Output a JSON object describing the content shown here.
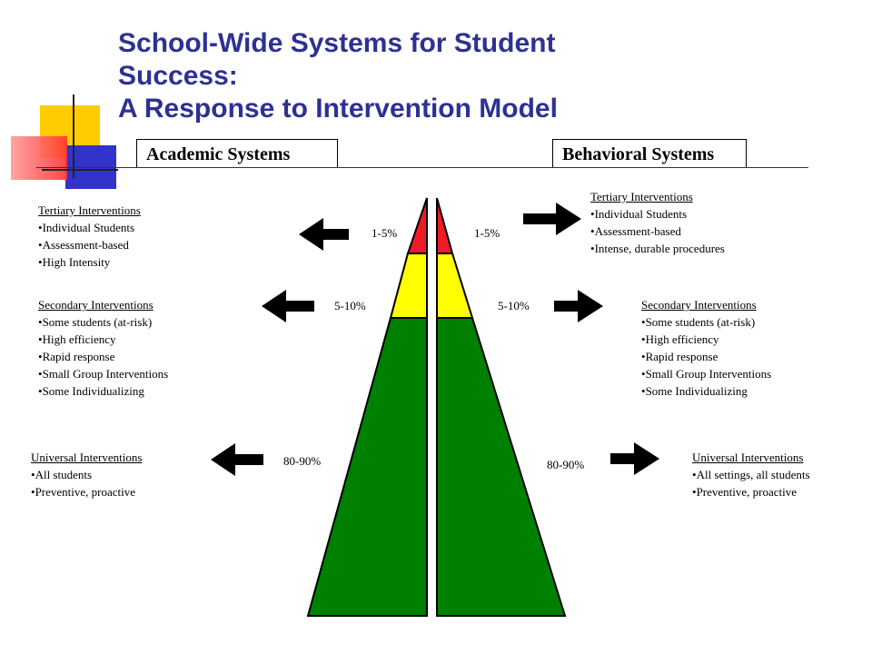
{
  "title": {
    "line1": "School-Wide Systems for Student",
    "line2": "Success:",
    "line3": "A Response to Intervention Model"
  },
  "columns": {
    "academic": "Academic Systems",
    "behavioral": "Behavioral Systems"
  },
  "colors": {
    "title": "#2e3192",
    "tertiary": "#ee1c25",
    "secondary": "#ffff00",
    "universal": "#008000"
  },
  "academic": {
    "tertiary": {
      "heading": "Tertiary Interventions",
      "items": [
        "Individual Students",
        "Assessment-based",
        "High Intensity"
      ],
      "percent": "1-5%"
    },
    "secondary": {
      "heading": "Secondary Interventions",
      "items": [
        "Some students (at-risk)",
        "High efficiency",
        "Rapid response",
        "Small Group Interventions",
        "Some Individualizing"
      ],
      "percent": "5-10%"
    },
    "universal": {
      "heading": "Universal Interventions",
      "items": [
        "All students",
        "Preventive,  proactive"
      ],
      "percent": "80-90%"
    }
  },
  "behavioral": {
    "tertiary": {
      "heading": "Tertiary Interventions",
      "items": [
        "Individual Students",
        "Assessment-based",
        "Intense, durable procedures"
      ],
      "percent": "1-5%"
    },
    "secondary": {
      "heading": "Secondary Interventions",
      "items": [
        "Some students (at-risk)",
        "High efficiency",
        "Rapid response",
        "Small Group Interventions",
        "Some Individualizing"
      ],
      "percent": "5-10%"
    },
    "universal": {
      "heading": "Universal Interventions",
      "items": [
        "All settings, all students",
        "Preventive,  proactive"
      ],
      "percent": "80-90%"
    }
  }
}
